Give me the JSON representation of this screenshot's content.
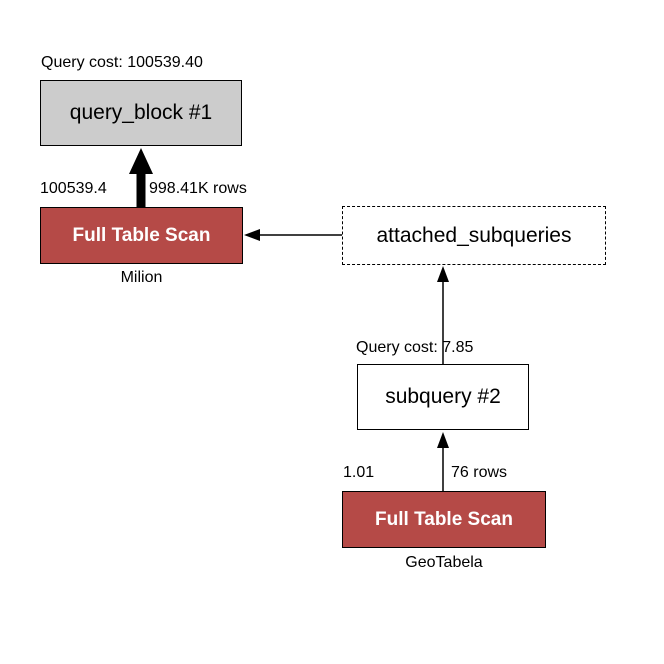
{
  "query_block": {
    "cost_label": "Query cost: 100539.40",
    "title": "query_block #1"
  },
  "main_scan": {
    "label": "Full Table Scan",
    "table": "Milion",
    "cost": "100539.4",
    "rows": "998.41K rows"
  },
  "attached": {
    "label": "attached_subqueries"
  },
  "subquery": {
    "cost_label": "Query cost: 7.85",
    "title": "subquery #2"
  },
  "sub_scan": {
    "label": "Full Table Scan",
    "table": "GeoTabela",
    "cost": "1.01",
    "rows": "76 rows"
  },
  "colors": {
    "scan_fill": "#b54a47",
    "query_block_fill": "#cccccc"
  }
}
